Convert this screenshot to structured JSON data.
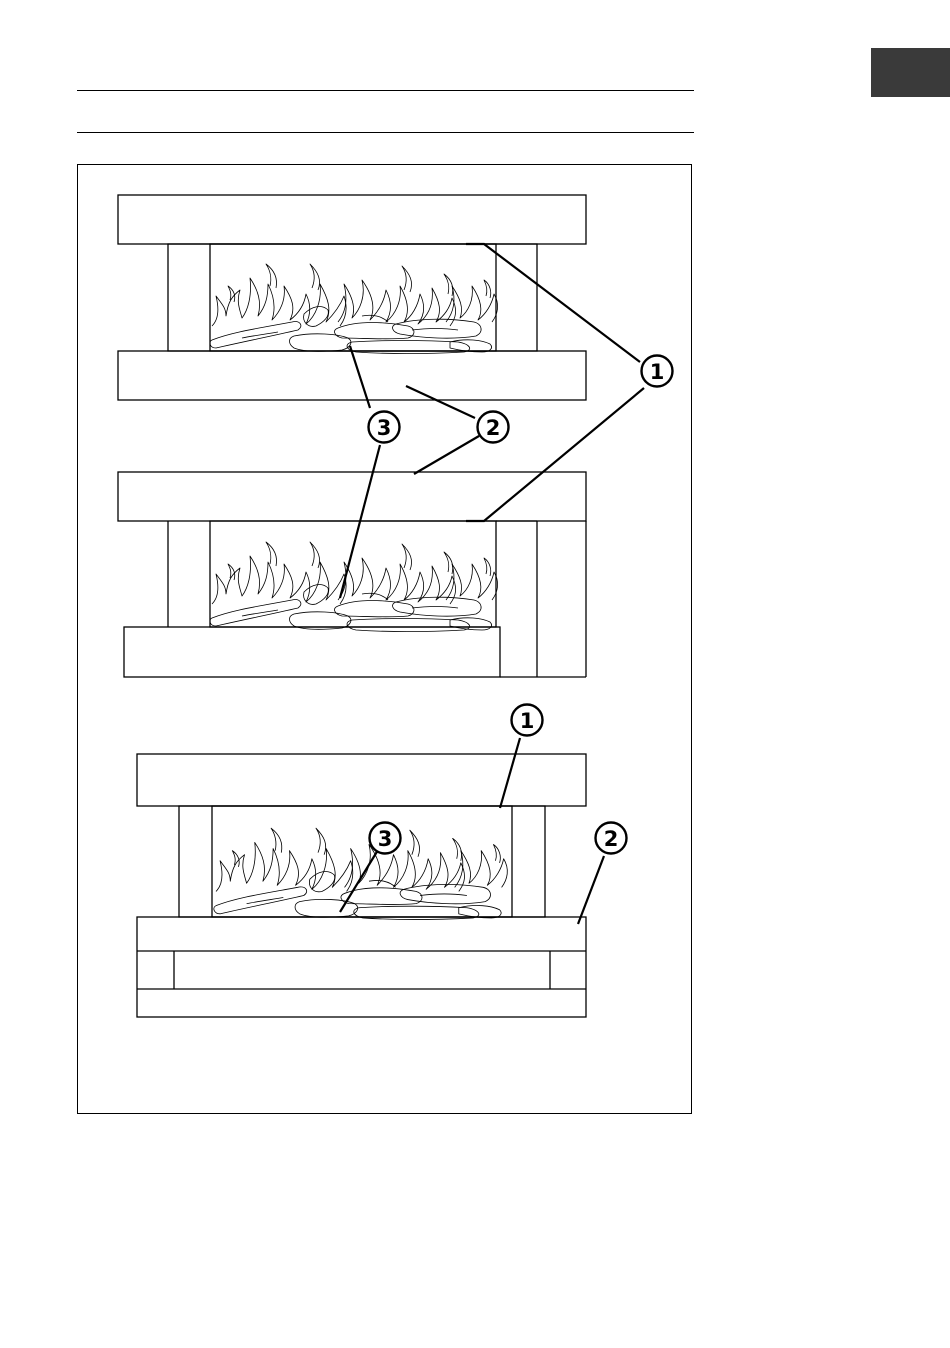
{
  "page": {
    "header_rules": 2,
    "language_tab": {
      "label": "",
      "color": "#3a3a3a"
    },
    "figure": {
      "line_color": "#000000",
      "callout_labels": {
        "one": "1",
        "two": "2",
        "three": "3"
      }
    }
  }
}
